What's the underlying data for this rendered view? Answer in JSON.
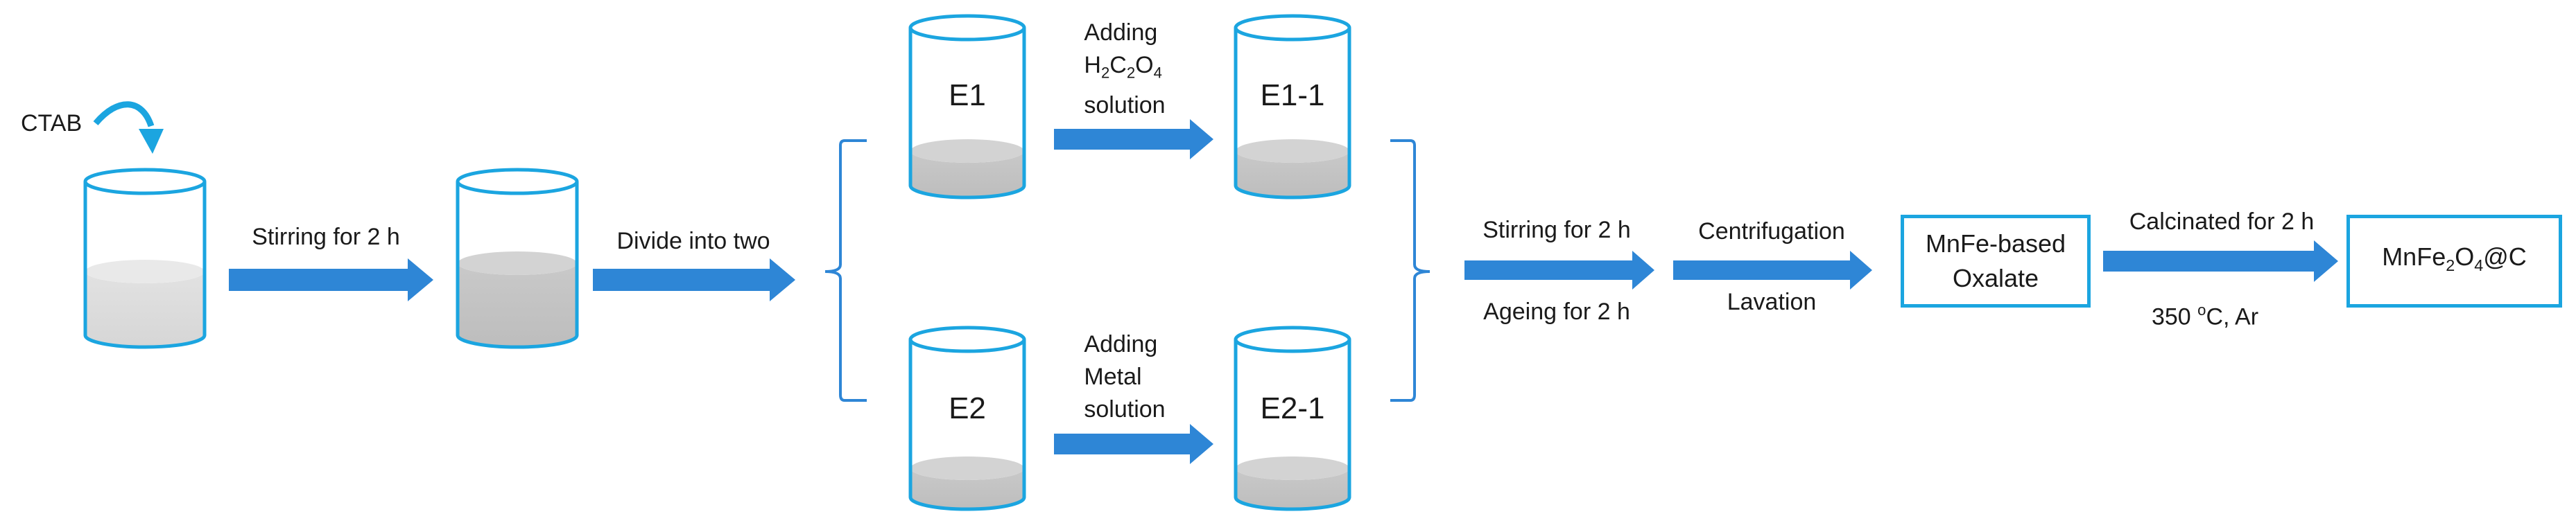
{
  "labels": {
    "ctab": "CTAB",
    "stir1": "Stirring for 2 h",
    "divide": "Divide into two",
    "add_top_1": "Adding",
    "add_top_2": "solution",
    "add_bot_1": "Adding",
    "add_bot_2": "Metal",
    "add_bot_3": "solution",
    "stir2": "Stirring for 2 h",
    "ageing": "Ageing for 2 h",
    "centrifugation": "Centrifugation",
    "lavation": "Lavation",
    "calcinated": "Calcinated for 2 h",
    "conditions_temp": "350 ",
    "conditions_rest": "C, Ar"
  },
  "formula": {
    "h2c2o4": {
      "h": "H",
      "h_sub": "2",
      "c": "C",
      "c_sub": "2",
      "o": "O",
      "o_sub": "4"
    },
    "product": {
      "a": "MnFe",
      "a_sub": "2",
      "b": "O",
      "b_sub": "4",
      "c": "@C"
    },
    "degree": "o"
  },
  "beakers": {
    "e1": "E1",
    "e1_1": "E1-1",
    "e2": "E2",
    "e2_1": "E2-1"
  },
  "boxes": {
    "oxalate_line1": "MnFe-based",
    "oxalate_line2": "Oxalate"
  },
  "colors": {
    "accent": "#1ba5e0",
    "arrow": "#2e86d6",
    "liquid_light": "#d9d9d9",
    "liquid_dark": "#c4c4c4"
  }
}
